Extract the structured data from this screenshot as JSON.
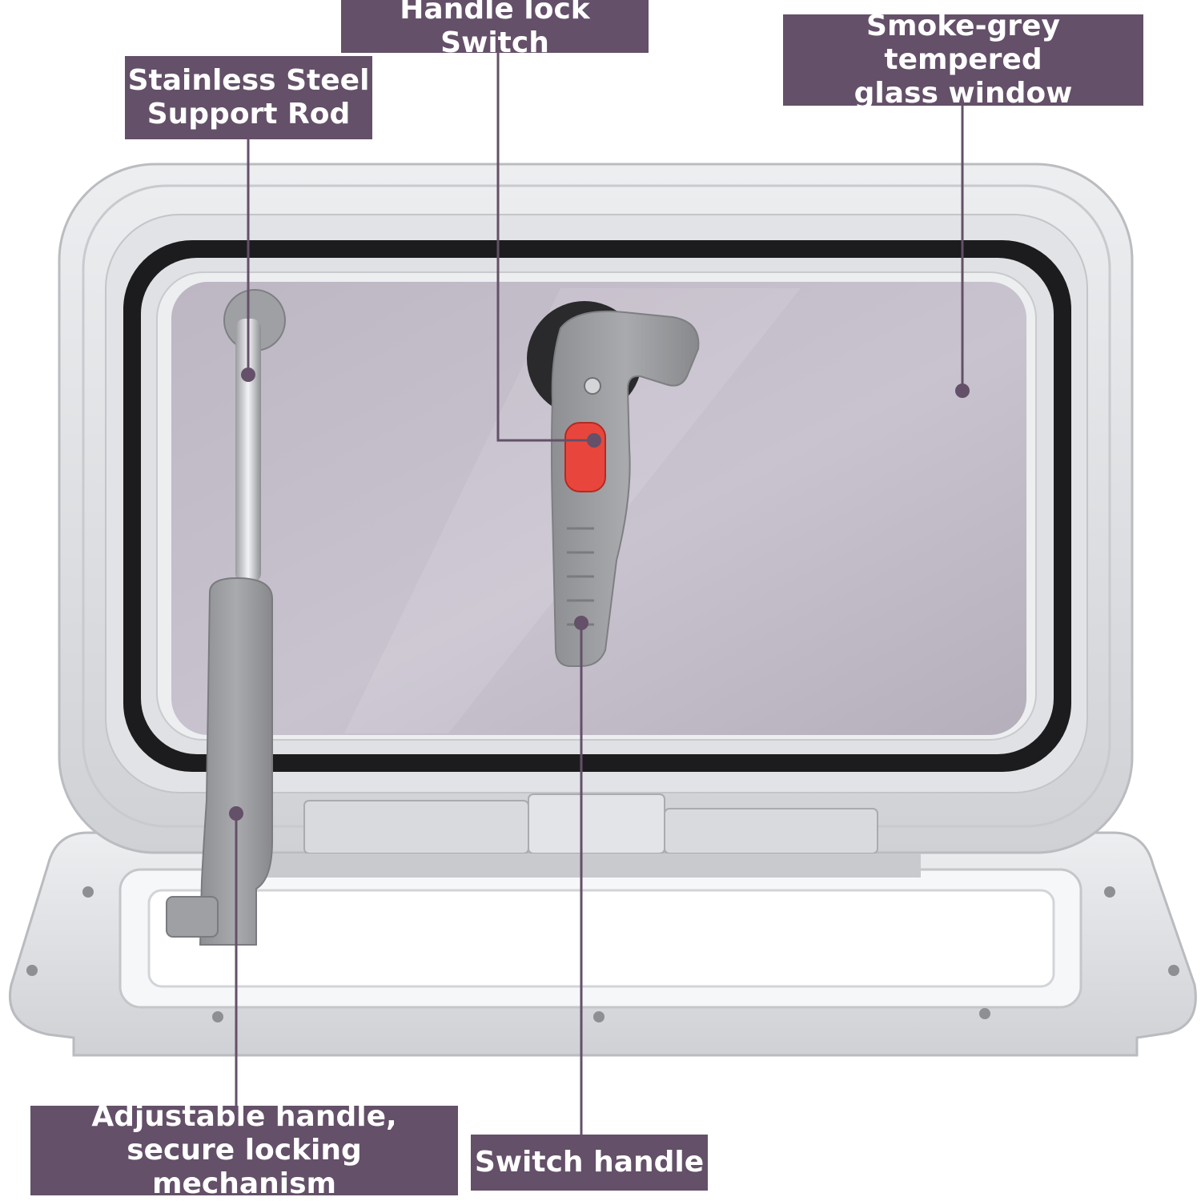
{
  "callouts": {
    "handle_lock_switch": "Handle lock Switch",
    "support_rod": "Stainless Steel\nSupport Rod",
    "glass_window": "Smoke-grey tempered\nglass window",
    "adjustable_handle": "Adjustable handle,\nsecure locking mechanism",
    "switch_handle": "Switch handle"
  },
  "colors": {
    "callout_bg": "#645068",
    "leader_line": "#645068",
    "frame": "#d9dade",
    "glass": "#c7c1cc",
    "gasket": "#1a1a1c",
    "handle": "#9a9a9c",
    "lock_button": "#e8463c"
  }
}
